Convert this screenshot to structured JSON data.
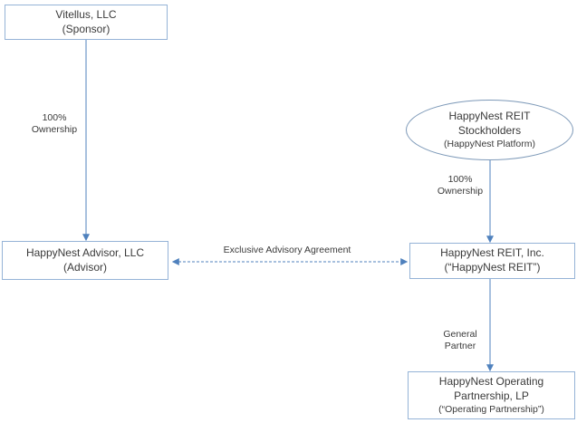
{
  "diagram": {
    "nodes": {
      "sponsor": {
        "line1": "Vitellus, LLC",
        "line2": "(Sponsor)"
      },
      "advisor": {
        "line1": "HappyNest Advisor, LLC",
        "line2": "(Advisor)"
      },
      "stockholders": {
        "line1": "HappyNest REIT",
        "line2": "Stockholders",
        "line3": "(HappyNest Platform)"
      },
      "reit": {
        "line1": "HappyNest REIT, Inc.",
        "line2": "(“HappyNest REIT”)"
      },
      "operating_partnership": {
        "line1": "HappyNest Operating",
        "line2": "Partnership, LP",
        "line3": "(“Operating Partnership”)"
      }
    },
    "edge_labels": {
      "sponsor_ownership": {
        "line1": "100%",
        "line2": "Ownership"
      },
      "stockholders_ownership": {
        "line1": "100%",
        "line2": "Ownership"
      },
      "advisory_agreement": {
        "line1": "Exclusive Advisory Agreement"
      },
      "general_partner": {
        "line1": "General",
        "line2": "Partner"
      }
    },
    "colors": {
      "arrow": "#4f81bd",
      "box_border": "#95b3d7",
      "ellipse_border": "#7d99b8",
      "text": "#3a3a3a"
    }
  }
}
